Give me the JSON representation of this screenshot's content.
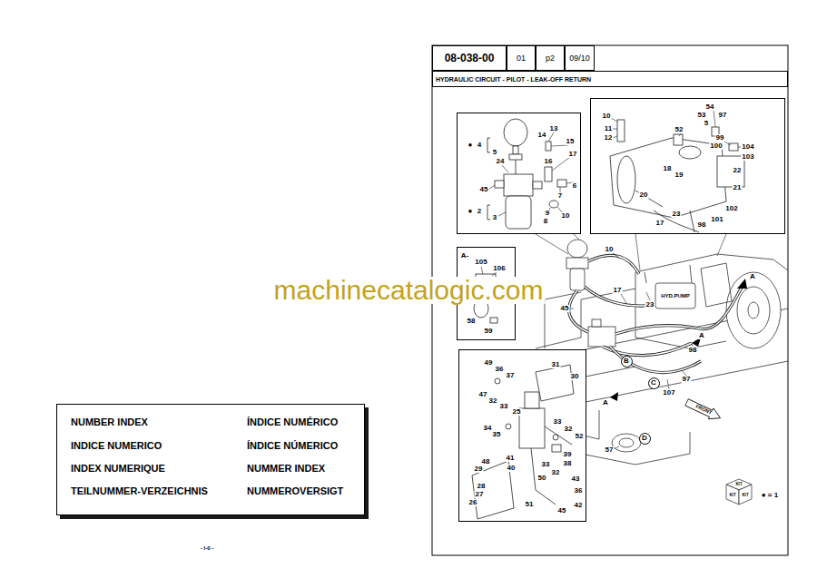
{
  "diagram": {
    "nodes": [
      {
        "text": [
          "NUMBER INDEX",
          "ÍNDICE NUMÉRICO",
          "INDICE NUMERICO",
          "ÍNDICE NÚMERICO",
          "INDEX NUMERIQUE",
          "NUMMER INDEX",
          "TEILNUMMER-VERZEICHNIS",
          "NUMMEROVERSIGT"
        ]
      },
      {
        "text": [
          "08-038-00"
        ]
      },
      {
        "text": [
          "01"
        ]
      },
      {
        "text": [
          "p2"
        ]
      },
      {
        "text": [
          "09/10"
        ]
      },
      {
        "text": [
          "HYDRAULIC CIRCUIT - PILOT - LEAK-OFF RETURN"
        ]
      },
      {
        "text": [
          "13",
          "14",
          "15",
          "●",
          "4",
          "5",
          "17",
          "16",
          "24",
          "6",
          "45",
          "7",
          "●",
          "2",
          "9",
          "10",
          "3",
          "8"
        ]
      },
      {
        "text": [
          "54",
          "10",
          "53",
          "97",
          "5",
          "11",
          "52",
          "99",
          "12",
          "100",
          "104",
          "103",
          "18",
          "22",
          "19",
          "21",
          "20",
          "102",
          "23",
          "101",
          "17",
          "98"
        ]
      },
      {
        "text": [
          "A-",
          "105",
          "106",
          "58",
          "59"
        ]
      },
      {
        "text": [
          "49",
          "31",
          "36",
          "37",
          "30",
          "47",
          "32",
          "33",
          "25",
          "33",
          "34",
          "32",
          "35",
          "52",
          "39",
          "41",
          "48",
          "38",
          "33",
          "29",
          "40",
          "32",
          "50",
          "43",
          "28",
          "36",
          "27",
          "26",
          "51",
          "42",
          "45"
        ]
      },
      {
        "text": [
          "B"
        ]
      },
      {
        "text": [
          "C"
        ]
      },
      {
        "text": [
          "D"
        ]
      },
      {
        "text": [
          "FRONT"
        ]
      }
    ],
    "labels": [
      "machinecatalogic.com",
      "- I-0 -",
      "10",
      "A",
      "17",
      "HYD.PUMP",
      "23",
      "45",
      "A",
      "98",
      "97",
      "107",
      "A",
      "57",
      "KIT",
      "KIT",
      "KIT",
      "● = 1"
    ]
  }
}
